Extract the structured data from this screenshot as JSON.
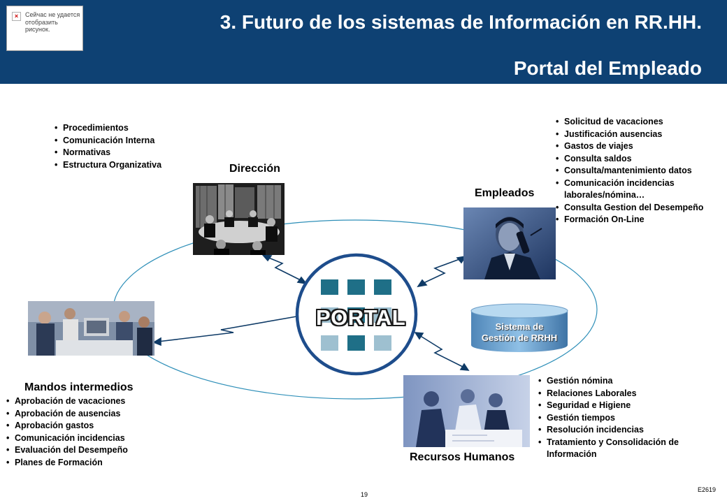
{
  "header": {
    "title_line1": "3. Futuro de los sistemas de Información en RR.HH.",
    "title_line2": "Portal del Empleado",
    "broken_image_text": "Сейчас не удается отобразить рисунок."
  },
  "direccion": {
    "label": "Dirección",
    "items": [
      "Procedimientos",
      "Comunicación Interna",
      "Normativas",
      "Estructura Organizativa"
    ]
  },
  "empleados": {
    "label": "Empleados",
    "items": [
      "Solicitud de vacaciones",
      "Justificación ausencias",
      "Gastos de viajes",
      "Consulta saldos",
      "Consulta/mantenimiento datos",
      "Comunicación incidencias laborales/nómina…",
      "Consulta Gestion del Desempeño",
      "Formación On-Line"
    ]
  },
  "mandos": {
    "label": "Mandos intermedios",
    "items": [
      "Aprobación de vacaciones",
      "Aprobación de ausencias",
      "Aprobación gastos",
      "Comunicación incidencias",
      "Evaluación del Desempeño",
      "Planes de Formación"
    ]
  },
  "rrhh": {
    "label": "Recursos Humanos",
    "items": [
      "Gestión nómina",
      "Relaciones Laborales",
      "Seguridad e Higiene",
      "Gestión tiempos",
      "Resolución incidencias",
      "Tratamiento y Consolidación de Información"
    ]
  },
  "portal": {
    "label": "PORTAL"
  },
  "database": {
    "line1": "Sistema de",
    "line2": "Gestión de RRHH"
  },
  "footer": {
    "page_number": "19",
    "code": "E2619"
  },
  "colors": {
    "header_bg": "#0e4173",
    "portal_dark": "#1f6f87",
    "portal_light": "#9ec0d0",
    "circle": "#1e4d8c",
    "ellipse": "#2e8fb8"
  }
}
